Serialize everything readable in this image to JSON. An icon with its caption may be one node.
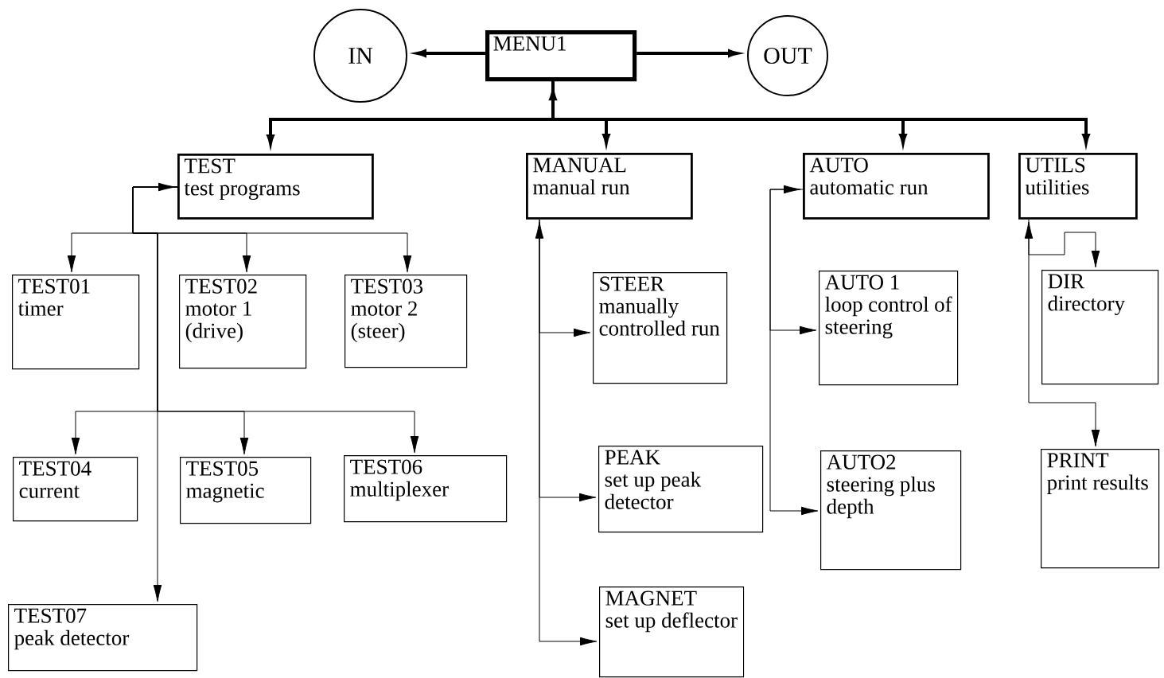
{
  "diagram": {
    "nodes": [
      {
        "text": [
          "IN"
        ]
      },
      {
        "text": [
          "MENU1"
        ]
      },
      {
        "text": [
          "OUT"
        ]
      },
      {
        "text": [
          "TEST",
          "test programs"
        ]
      },
      {
        "text": [
          "MANUAL",
          "manual run"
        ]
      },
      {
        "text": [
          "AUTO",
          "automatic run"
        ]
      },
      {
        "text": [
          "UTILS",
          "utilities"
        ]
      },
      {
        "text": [
          "TEST01",
          "timer"
        ]
      },
      {
        "text": [
          "TEST02",
          "motor 1 (drive)"
        ]
      },
      {
        "text": [
          "TEST03",
          "motor 2 (steer)"
        ]
      },
      {
        "text": [
          "STEER",
          "manually controlled run"
        ]
      },
      {
        "text": [
          "AUTO 1",
          "loop control of steering"
        ]
      },
      {
        "text": [
          "DIR",
          "directory"
        ]
      },
      {
        "text": [
          "TEST04",
          "current"
        ]
      },
      {
        "text": [
          "TEST05",
          "magnetic"
        ]
      },
      {
        "text": [
          "TEST06",
          "multiplexer"
        ]
      },
      {
        "text": [
          "PEAK",
          "set up peak detector"
        ]
      },
      {
        "text": [
          "AUTO2",
          "steering plus depth"
        ]
      },
      {
        "text": [
          "PRINT",
          "print results"
        ]
      },
      {
        "text": [
          "TEST07",
          "peak detector"
        ]
      },
      {
        "text": [
          "MAGNET",
          "set up deflector"
        ]
      }
    ],
    "edges": [
      {
        "from": 1,
        "to": 0,
        "arrow": "to",
        "style": "thick"
      },
      {
        "from": 1,
        "to": 2,
        "arrow": "to",
        "style": "thick"
      },
      {
        "from": 1,
        "to": 3,
        "arrow": "both",
        "style": "thick"
      },
      {
        "from": 1,
        "to": 4,
        "arrow": "to",
        "style": "thick"
      },
      {
        "from": 1,
        "to": 5,
        "arrow": "to",
        "style": "thick"
      },
      {
        "from": 1,
        "to": 6,
        "arrow": "to",
        "style": "thick"
      },
      {
        "from": 3,
        "to": 7,
        "arrow": "both"
      },
      {
        "from": 3,
        "to": 8,
        "arrow": "to"
      },
      {
        "from": 3,
        "to": 9,
        "arrow": "to"
      },
      {
        "from": 3,
        "to": 13,
        "arrow": "to"
      },
      {
        "from": 3,
        "to": 14,
        "arrow": "to"
      },
      {
        "from": 3,
        "to": 15,
        "arrow": "to"
      },
      {
        "from": 3,
        "to": 19,
        "arrow": "to"
      },
      {
        "from": 4,
        "to": 10,
        "arrow": "both"
      },
      {
        "from": 4,
        "to": 16,
        "arrow": "to"
      },
      {
        "from": 4,
        "to": 20,
        "arrow": "to"
      },
      {
        "from": 5,
        "to": 11,
        "arrow": "both"
      },
      {
        "from": 5,
        "to": 17,
        "arrow": "to"
      },
      {
        "from": 6,
        "to": 12,
        "arrow": "both"
      },
      {
        "from": 6,
        "to": 18,
        "arrow": "to"
      }
    ]
  }
}
